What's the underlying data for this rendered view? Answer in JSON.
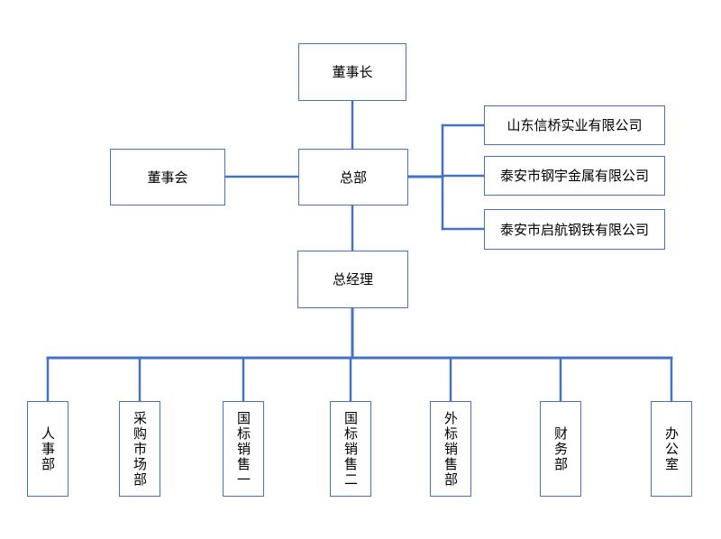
{
  "colors": {
    "line": "#4472C4",
    "box_border": "#4472C4",
    "box_fill": "#FFFFFF",
    "text": "#000000"
  },
  "org_chart": {
    "nodes": {
      "chairman": "董事长",
      "board": "董事会",
      "headquarters": "总部",
      "general_manager": "总经理"
    },
    "subsidiaries": [
      "山东信桥实业有限公司",
      "泰安市钢宇金属有限公司",
      "泰安市启航钢铁有限公司"
    ],
    "departments": [
      "人事部",
      "采购市场部",
      "国标销售一",
      "国标销售二",
      "外标销售部",
      "财务部",
      "办公室"
    ],
    "edges": [
      {
        "from": "chairman",
        "to": "headquarters"
      },
      {
        "from": "board",
        "to": "headquarters"
      },
      {
        "from": "headquarters",
        "to": "subsidiary-0"
      },
      {
        "from": "headquarters",
        "to": "subsidiary-1"
      },
      {
        "from": "headquarters",
        "to": "subsidiary-2"
      },
      {
        "from": "headquarters",
        "to": "general_manager"
      },
      {
        "from": "general_manager",
        "to": "department-0"
      },
      {
        "from": "general_manager",
        "to": "department-1"
      },
      {
        "from": "general_manager",
        "to": "department-2"
      },
      {
        "from": "general_manager",
        "to": "department-3"
      },
      {
        "from": "general_manager",
        "to": "department-4"
      },
      {
        "from": "general_manager",
        "to": "department-5"
      },
      {
        "from": "general_manager",
        "to": "department-6"
      }
    ]
  }
}
